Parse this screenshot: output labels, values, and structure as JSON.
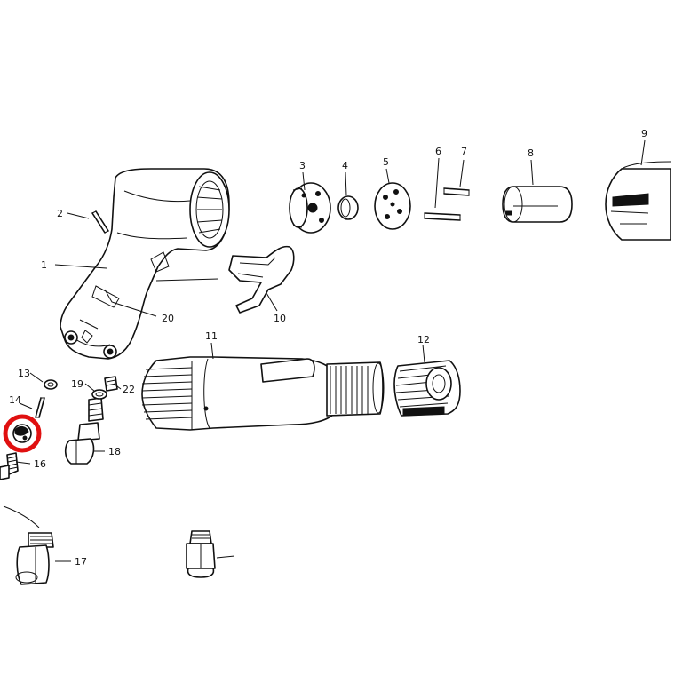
{
  "diagram": {
    "type": "exploded-parts-view",
    "highlight_color": "#e01010",
    "highlighted_part_id": "p15",
    "parts": [
      {
        "id": "p1",
        "label": "1"
      },
      {
        "id": "p2",
        "label": "2"
      },
      {
        "id": "p3",
        "label": "3"
      },
      {
        "id": "p4",
        "label": "4"
      },
      {
        "id": "p5",
        "label": "5"
      },
      {
        "id": "p6",
        "label": "6"
      },
      {
        "id": "p7",
        "label": "7"
      },
      {
        "id": "p8",
        "label": "8"
      },
      {
        "id": "p9",
        "label": "9"
      },
      {
        "id": "p10",
        "label": "10"
      },
      {
        "id": "p11",
        "label": "11"
      },
      {
        "id": "p12",
        "label": "12"
      },
      {
        "id": "p13",
        "label": "13"
      },
      {
        "id": "p14",
        "label": "14"
      },
      {
        "id": "p15",
        "label": ""
      },
      {
        "id": "p16",
        "label": "16"
      },
      {
        "id": "p17",
        "label": "17"
      },
      {
        "id": "p18",
        "label": "18"
      },
      {
        "id": "p19",
        "label": "19"
      },
      {
        "id": "p20",
        "label": "20"
      },
      {
        "id": "p22",
        "label": "22"
      }
    ]
  }
}
